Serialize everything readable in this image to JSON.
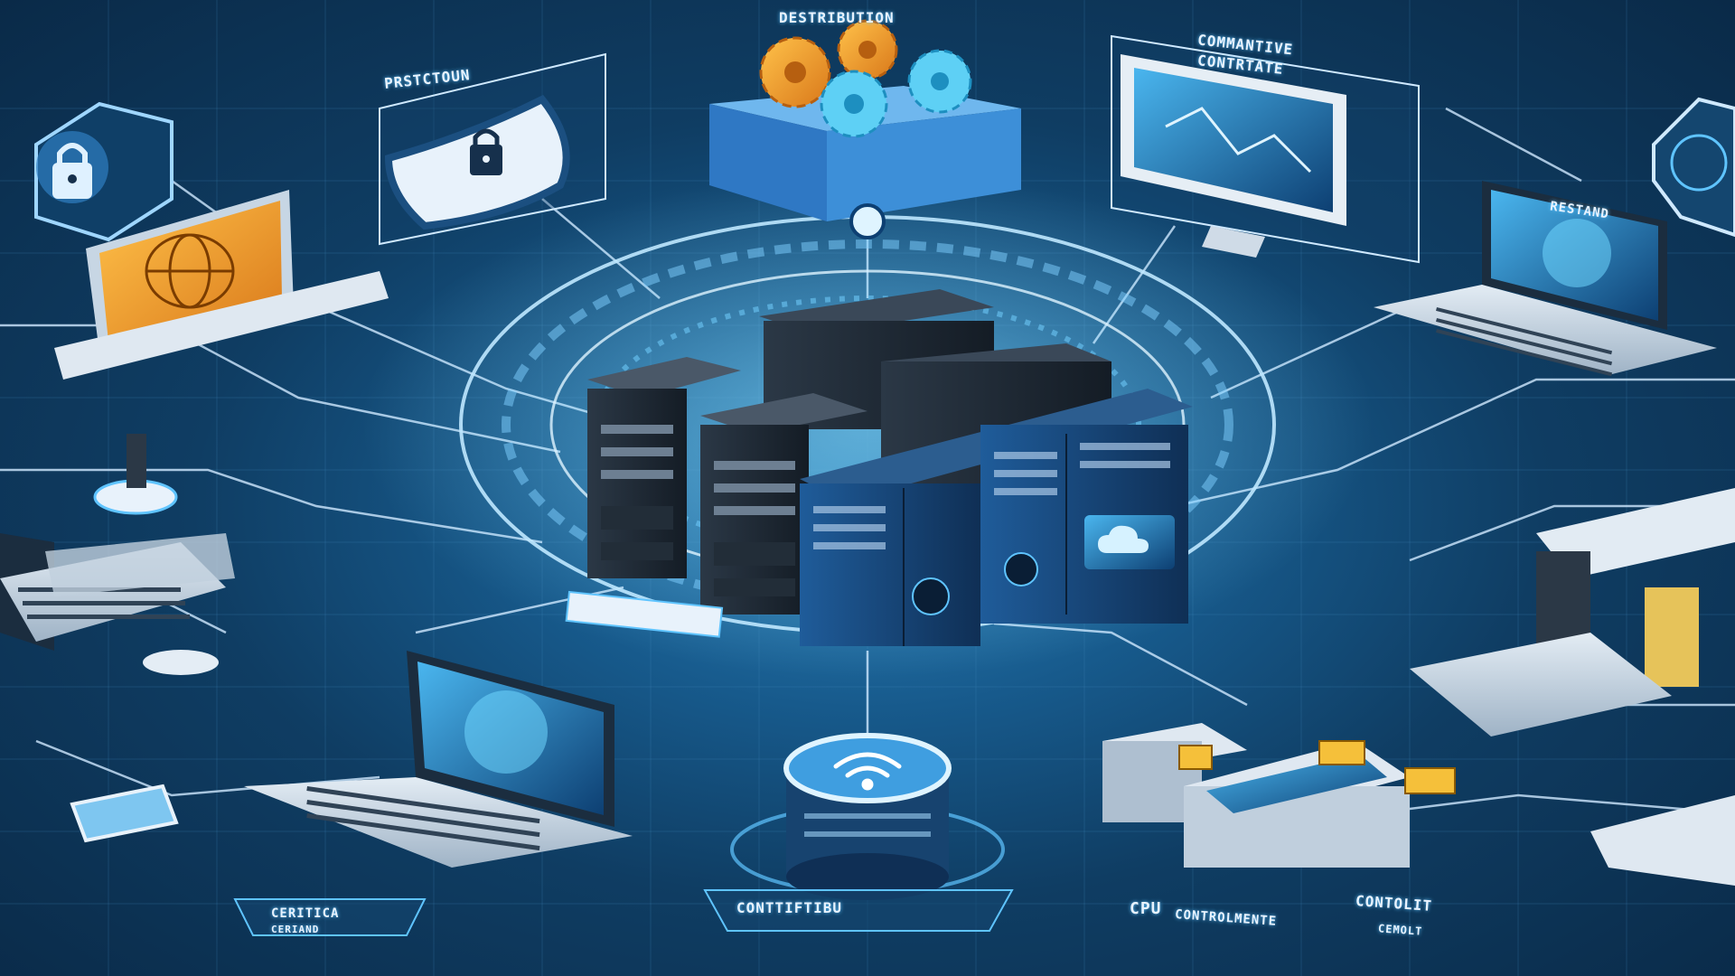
{
  "labels": {
    "top_center": "DESTRIBUTION",
    "top_left": "PRSTCTOUN",
    "top_right_line1": "COMMANTIVE",
    "top_right_line2": "CONTRTATE",
    "right_laptop": "RESTAND",
    "bottom_left": "CERITICA",
    "bottom_left_sub": "CERIAND",
    "bottom_center": "CONTTIFTIBU",
    "bottom_center_right": "CPU",
    "bottom_right_1": "CONTROLMENTE",
    "bottom_right_2": "CONTOLIT",
    "bottom_right_3": "CEMOLT"
  },
  "colors": {
    "background": "#0f3d63",
    "accent_glow": "#5fc4ff",
    "gear_orange": "#f5a623",
    "gear_blue": "#5ed0f5",
    "screen_orange": "#f2a12b",
    "server_dark": "#1a2430"
  },
  "icons": {
    "shield": "shield-lock-icon",
    "hex_lock": "hexagon-lock-icon",
    "gears": "gears-icon",
    "globe": "globe-icon",
    "wifi": "wifi-icon",
    "cloud": "cloud-icon"
  }
}
